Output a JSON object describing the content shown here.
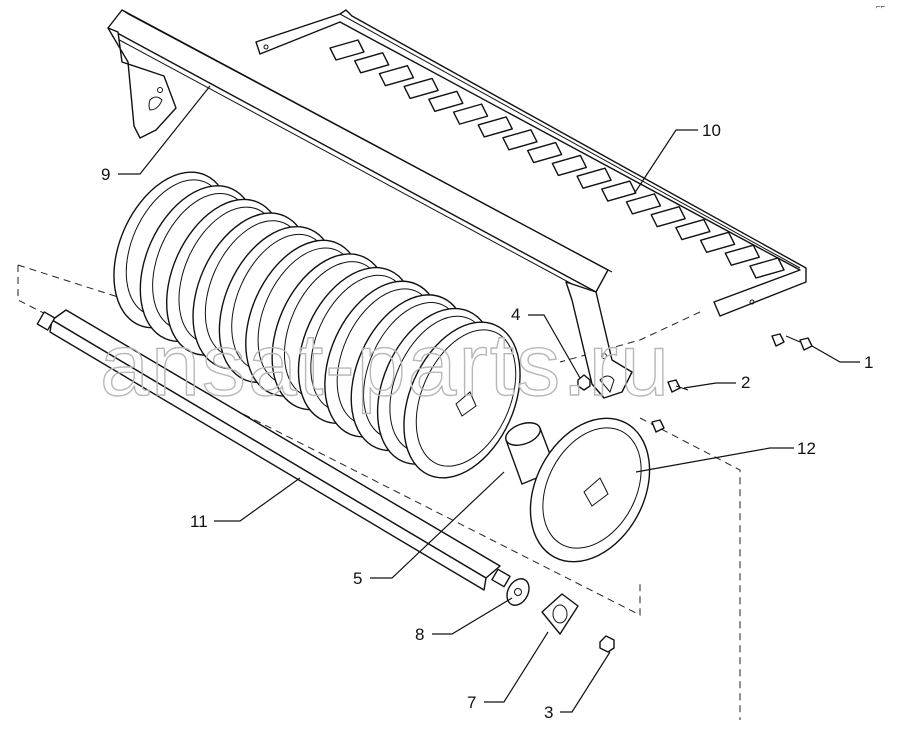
{
  "watermark": "ansat-parts.ru",
  "corner_mark": "⌐⌐",
  "callouts": [
    {
      "id": "1",
      "label": "1"
    },
    {
      "id": "2",
      "label": "2"
    },
    {
      "id": "3",
      "label": "3"
    },
    {
      "id": "4",
      "label": "4"
    },
    {
      "id": "5",
      "label": "5"
    },
    {
      "id": "7",
      "label": "7"
    },
    {
      "id": "8",
      "label": "8"
    },
    {
      "id": "9",
      "label": "9"
    },
    {
      "id": "10",
      "label": "10"
    },
    {
      "id": "11",
      "label": "11"
    },
    {
      "id": "12",
      "label": "12"
    }
  ]
}
